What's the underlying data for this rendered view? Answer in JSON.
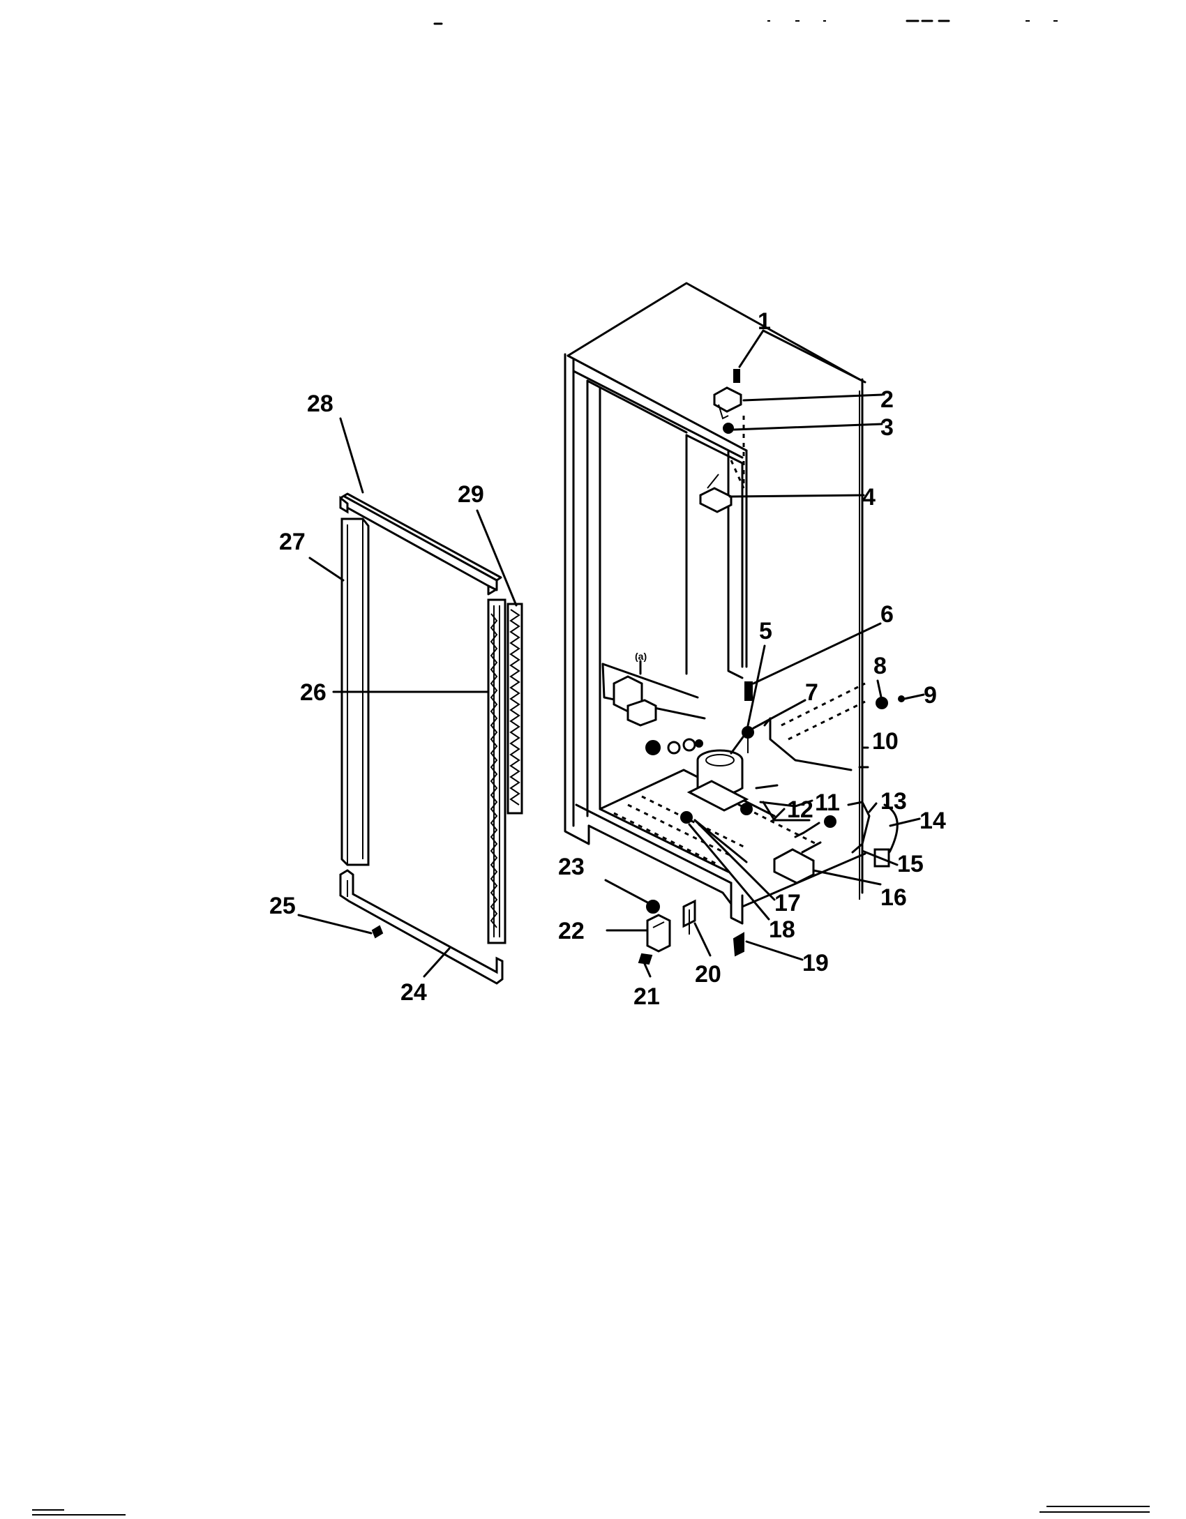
{
  "diagram": {
    "parts": [
      {
        "id": "p1",
        "label": "1"
      },
      {
        "id": "p2",
        "label": "2"
      },
      {
        "id": "p3",
        "label": "3"
      },
      {
        "id": "p4",
        "label": "4"
      },
      {
        "id": "p5",
        "label": "5"
      },
      {
        "id": "p6",
        "label": "6"
      },
      {
        "id": "p7",
        "label": "7"
      },
      {
        "id": "p8",
        "label": "8"
      },
      {
        "id": "p9",
        "label": "9"
      },
      {
        "id": "p10",
        "label": "10"
      },
      {
        "id": "p11",
        "label": "11"
      },
      {
        "id": "p12",
        "label": "12"
      },
      {
        "id": "p13",
        "label": "13"
      },
      {
        "id": "p14",
        "label": "14"
      },
      {
        "id": "p15",
        "label": "15"
      },
      {
        "id": "p16",
        "label": "16"
      },
      {
        "id": "p17",
        "label": "17"
      },
      {
        "id": "p18",
        "label": "18"
      },
      {
        "id": "p19",
        "label": "19"
      },
      {
        "id": "p20",
        "label": "20"
      },
      {
        "id": "p21",
        "label": "21"
      },
      {
        "id": "p22",
        "label": "22"
      },
      {
        "id": "p23",
        "label": "23"
      },
      {
        "id": "p24",
        "label": "24"
      },
      {
        "id": "p25",
        "label": "25"
      },
      {
        "id": "p26",
        "label": "26"
      },
      {
        "id": "p27",
        "label": "27"
      },
      {
        "id": "p28",
        "label": "28"
      },
      {
        "id": "p29",
        "label": "29"
      }
    ],
    "wiring_tag": "(a)"
  }
}
